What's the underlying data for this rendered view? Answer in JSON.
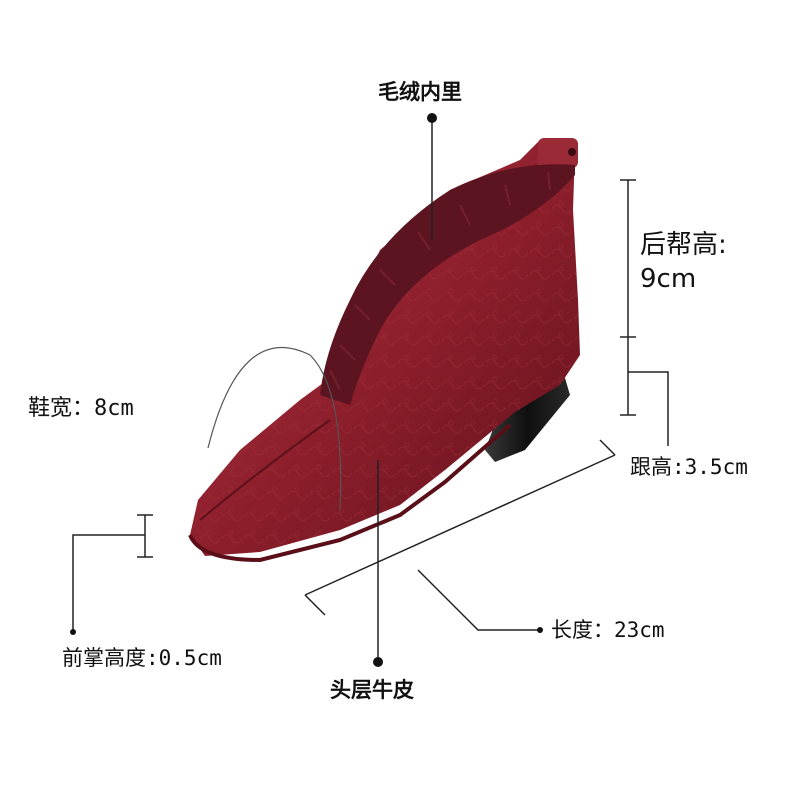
{
  "labels": {
    "lining": "毛绒内里",
    "shaft_height_title": "后帮高:",
    "shaft_height_value": "9cm",
    "shoe_width": "鞋宽：8cm",
    "heel_height": "跟高:3.5cm",
    "length": "长度：23cm",
    "forefoot_height": "前掌高度:0.5cm",
    "material": "头层牛皮"
  },
  "colors": {
    "leather": "#8e1f2c",
    "fur": "#5c1420",
    "heel": "#1a1a1a",
    "line": "#222222"
  }
}
